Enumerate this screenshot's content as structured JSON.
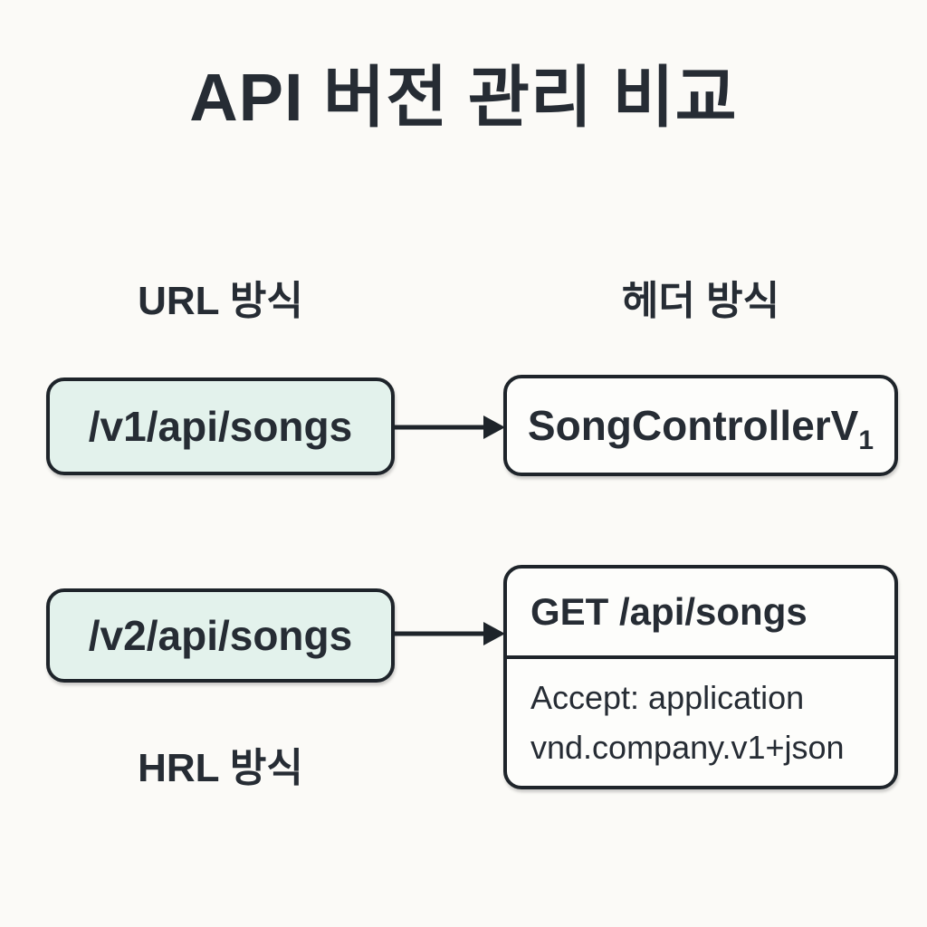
{
  "title": "API 버전 관리 비교",
  "columns": {
    "left_header": "URL 방식",
    "right_header": "헤더 방식"
  },
  "rows": [
    {
      "source": "/v1/api/songs",
      "target": "SongControllerV",
      "target_subscript": "1"
    },
    {
      "source": "/v2/api/songs",
      "target_title": "GET /api/songs",
      "target_body_line1": "Accept: application",
      "target_body_line2": "vnd.company.v1+json"
    }
  ],
  "footer_label": "HRL 방식",
  "colors": {
    "background": "#fbfaf7",
    "ink": "#262c34",
    "border": "#1e242a",
    "mint_fill": "#e3f2ec",
    "box_fill": "#fdfdfb"
  },
  "icons": {
    "arrow": "right-arrow"
  }
}
